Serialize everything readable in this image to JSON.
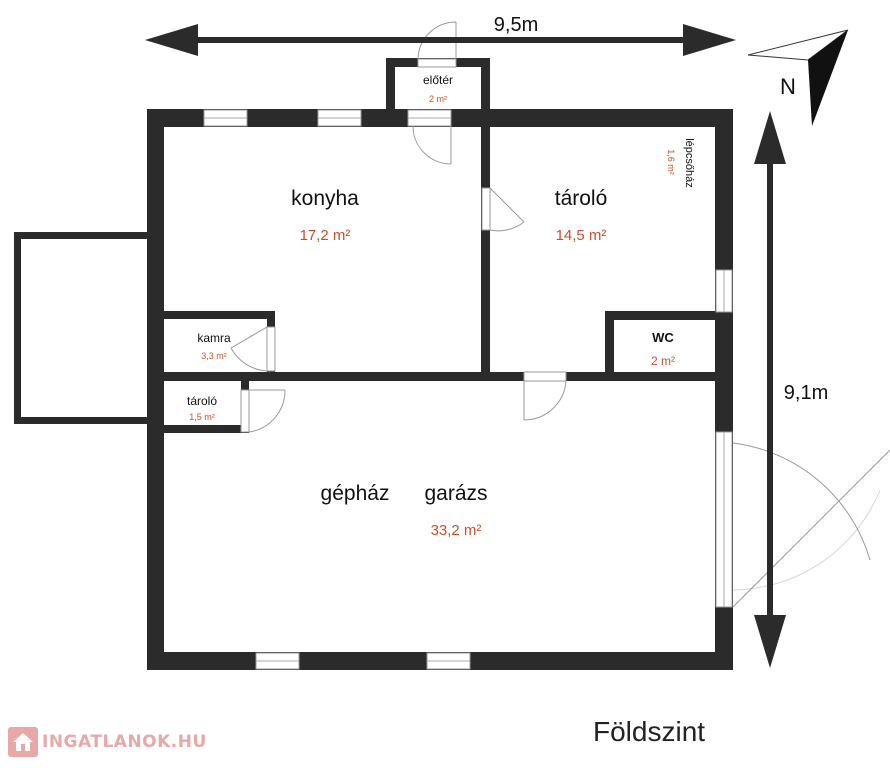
{
  "dimensions": {
    "width": "9,5m",
    "height": "9,1m"
  },
  "compass": {
    "north_label": "N"
  },
  "rooms": {
    "eloter": {
      "name": "előtér",
      "area": "2 m²"
    },
    "konyha": {
      "name": "konyha",
      "area": "17,2 m²"
    },
    "taroloTop": {
      "name": "tároló",
      "area": "14,5 m²"
    },
    "lepcsohaz": {
      "name": "lépcsőház",
      "area": "1,6 m²"
    },
    "kamra": {
      "name": "kamra",
      "area": "3,3 m²"
    },
    "wc": {
      "name": "WC",
      "area": "2 m²"
    },
    "taroloSmall": {
      "name": "tároló",
      "area": "1,5 m²"
    },
    "gephaz": {
      "name": "gépház"
    },
    "garazs": {
      "name": "garázs",
      "area": "33,2 m²"
    }
  },
  "level_label": "Földszint",
  "watermark": {
    "text": "INGATLANOK.HU"
  },
  "colors": {
    "wall": "#2b2b2b",
    "area_text": "#c9512a",
    "watermark": "#e8a8a8"
  }
}
